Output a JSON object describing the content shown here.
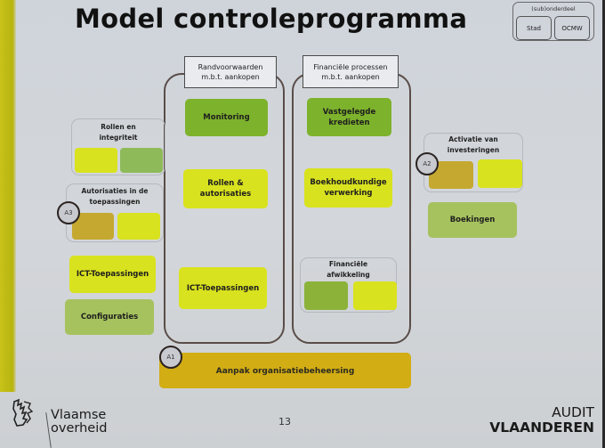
{
  "title": "Model controleprogramma",
  "legend": {
    "title": "(sub)onderdeel",
    "items": [
      "Stad",
      "OCMW"
    ]
  },
  "columns": [
    {
      "header": "Randvoorwaarden m.b.t. aankopen",
      "boxes": [
        {
          "label": "Monitoring",
          "color": "#7db22c"
        },
        {
          "label": "Rollen & autorisaties",
          "color": "#d9e21e"
        },
        {
          "label": "ICT-Toepassingen",
          "color": "#d9e21e"
        }
      ]
    },
    {
      "header": "Financiële processen m.b.t. aankopen",
      "boxes": [
        {
          "label": "Vastgelegde kredieten",
          "color": "#7db22c"
        },
        {
          "label": "Boekhoudkundige verwerking",
          "color": "#d9e21e"
        }
      ],
      "group": {
        "title": "Financiële afwikkeling",
        "swatches": [
          "#8cb23a",
          "#d9e21e"
        ]
      }
    }
  ],
  "left": {
    "groups": [
      {
        "title": "Rollen en integriteit",
        "swatches": [
          "#d9e21e",
          "#8fba5a"
        ]
      },
      {
        "title": "Autorisaties in de toepassingen",
        "swatches": [
          "#c5a830",
          "#d9e21e"
        ],
        "badge": "A3"
      }
    ],
    "boxes": [
      {
        "label": "ICT-Toepassingen",
        "color": "#d9e21e"
      },
      {
        "label": "Configuraties",
        "color": "#a6c25e"
      }
    ]
  },
  "right": {
    "group": {
      "title": "Activatie van investeringen",
      "swatches": [
        "#c5a830",
        "#d9e21e"
      ],
      "badge": "A2"
    },
    "boxes": [
      {
        "label": "Boekingen",
        "color": "#a6c25e"
      }
    ]
  },
  "bottom_bar": {
    "label": "Aanpak organisatiebeheersing",
    "badge": "A1",
    "color": "#d2ad14"
  },
  "footer": {
    "logo_line1": "Vlaamse",
    "logo_line2": "overheid",
    "page_number": "13",
    "brand_line1": "AUDIT",
    "brand_line2": "VLAANDEREN"
  }
}
